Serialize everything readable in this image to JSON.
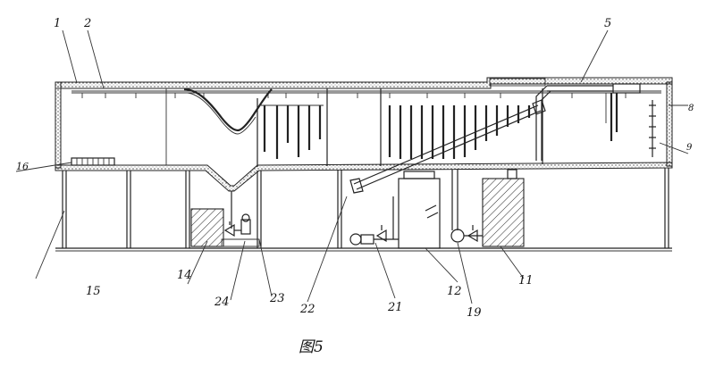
{
  "figure": {
    "caption": "图5",
    "labels": [
      "1",
      "2",
      "5",
      "8",
      "9",
      "16",
      "15",
      "14",
      "24",
      "23",
      "22",
      "21",
      "12",
      "19",
      "11"
    ]
  }
}
